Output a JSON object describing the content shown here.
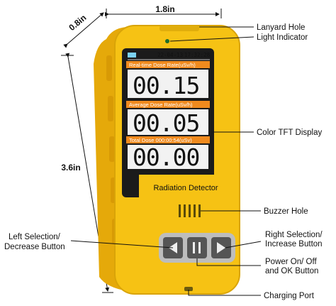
{
  "dimensions": {
    "width": "1.8in",
    "depth": "0.8in",
    "height": "3.6in"
  },
  "screen": {
    "date": "22-04-13",
    "time": "17:32:28",
    "realtime_label": "Real-time Dose Rate(uSv/h)",
    "realtime_value": "00.15",
    "average_label": "Average Dose Rate(uSv/h)",
    "average_value": "00.05",
    "total_label": "Total Dose 000:00:54(uSv)",
    "total_value": "00.00"
  },
  "device": {
    "brand_label": "Radiation Detector",
    "body_color": "#f6c214",
    "screen_color": "#1b1b1b",
    "bar_color": "#f08a1e"
  },
  "callouts": {
    "lanyard_hole": "Lanyard Hole",
    "light_indicator": "Light Indicator",
    "color_tft_display": "Color TFT Display",
    "buzzer_hole": "Buzzer Hole",
    "left_button_line1": "Left Selection/",
    "left_button_line2": "Decrease Button",
    "right_button_line1": "Right Selection/",
    "right_button_line2": "Increase Button",
    "power_button_line1": "Power On/ Off",
    "power_button_line2": "and OK Button",
    "charging_port": "Charging Port"
  }
}
